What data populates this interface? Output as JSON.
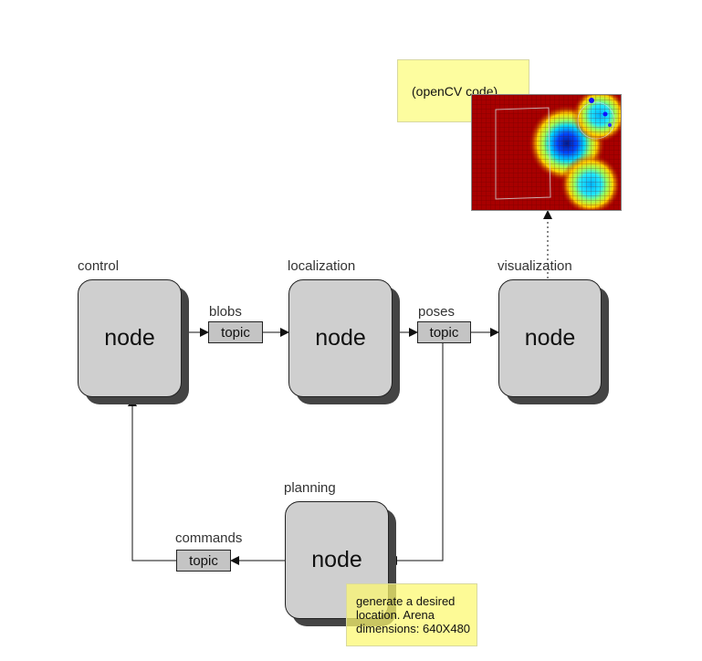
{
  "nodes": {
    "control": {
      "title": "control",
      "label": "node"
    },
    "localization": {
      "title": "localization",
      "label": "node"
    },
    "visualization": {
      "title": "visualization",
      "label": "node"
    },
    "planning": {
      "title": "planning",
      "label": "node"
    }
  },
  "topics": {
    "blobs": {
      "name": "blobs",
      "label": "topic"
    },
    "poses": {
      "name": "poses",
      "label": "topic"
    },
    "commands": {
      "name": "commands",
      "label": "topic"
    }
  },
  "notes": {
    "opencv": "(openCV code)",
    "planning": "generate a desired location. Arena dimensions: 640X480"
  },
  "colors": {
    "node_fill": "#cfcfcf",
    "node_shadow": "#444444",
    "topic_fill": "#c4c4c4",
    "note_fill": "#fdfd9f",
    "note_translucent_fill": "#fcf86e"
  }
}
